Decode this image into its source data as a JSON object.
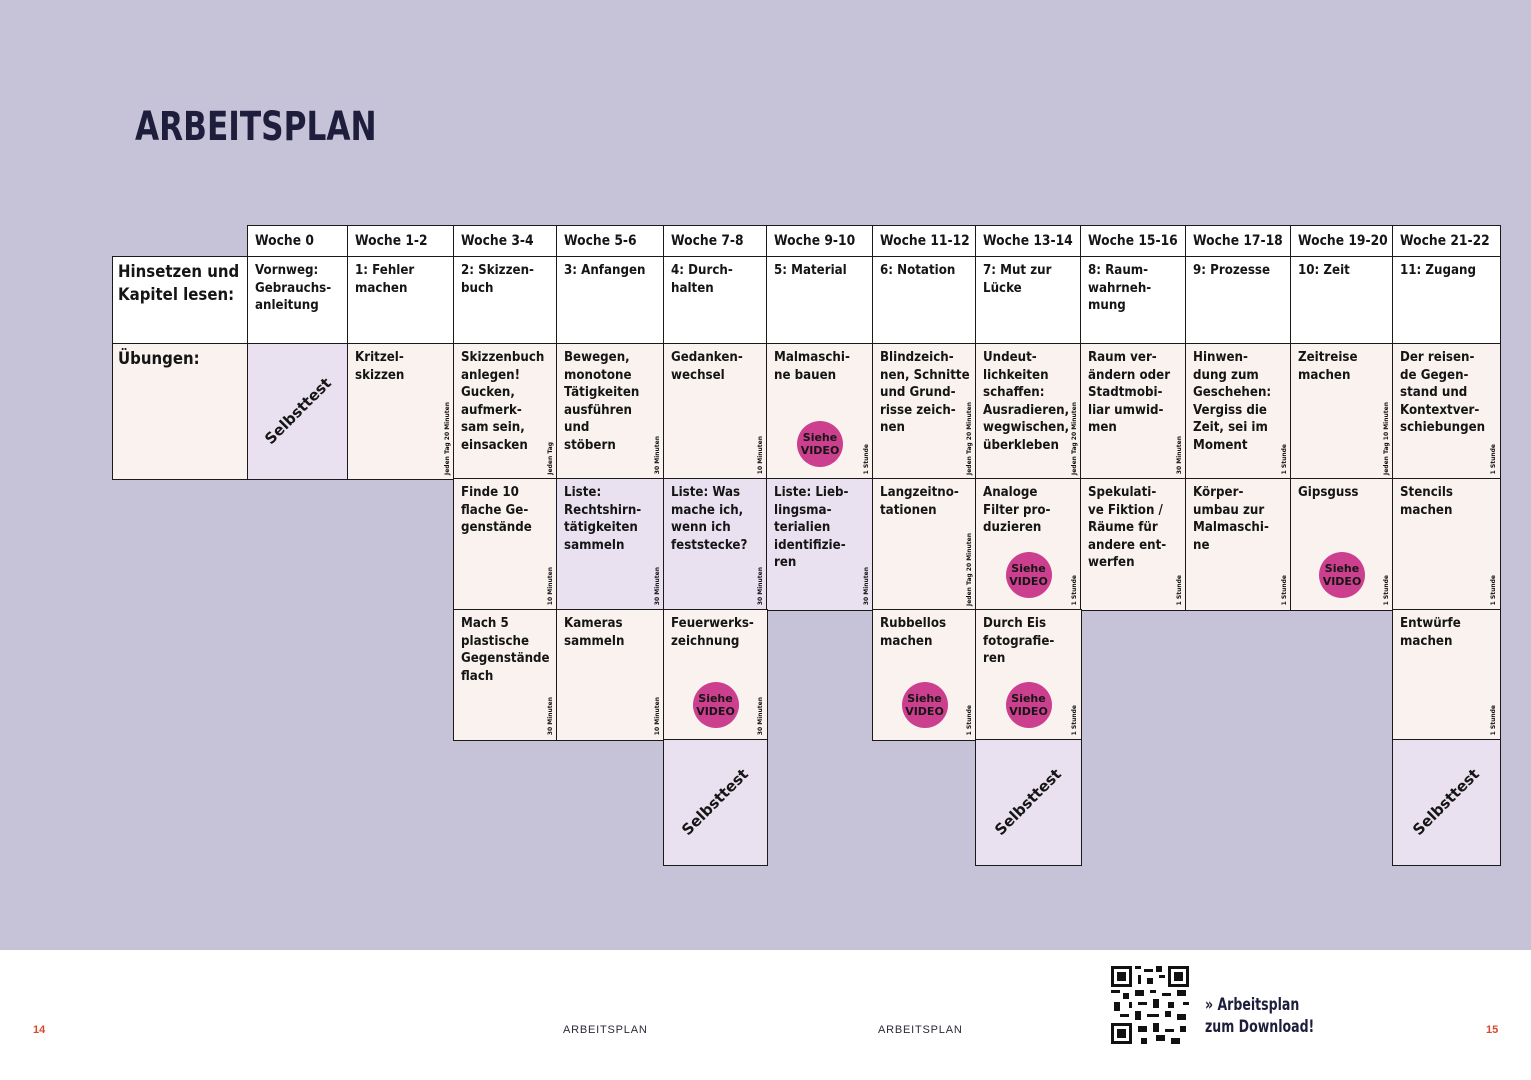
{
  "page": {
    "title": "ARBEITSPLAN",
    "background_color": "#c6c3d8",
    "accent_video_color": "#cc3f8e",
    "exercise_cell_color": "#f9f2ee",
    "selbsttest_cell_color": "#e9e1ef"
  },
  "row_labels": {
    "chapter": "Hinsetzen und\nKapitel lesen:",
    "exercises": "Übungen:"
  },
  "weeks": [
    {
      "label": "Woche 0",
      "chapter": "Vornweg:\nGebrauchs-\nanleitung"
    },
    {
      "label": "Woche 1-2",
      "chapter": "1: Fehler\nmachen"
    },
    {
      "label": "Woche 3-4",
      "chapter": "2: Skizzen-\nbuch"
    },
    {
      "label": "Woche 5-6",
      "chapter": "3: Anfangen"
    },
    {
      "label": "Woche 7-8",
      "chapter": "4: Durch-\nhalten"
    },
    {
      "label": "Woche 9-10",
      "chapter": "5: Material"
    },
    {
      "label": "Woche 11-12",
      "chapter": "6: Notation"
    },
    {
      "label": "Woche 13-14",
      "chapter": "7: Mut zur\nLücke"
    },
    {
      "label": "Woche 15-16",
      "chapter": "8: Raum-\nwahrneh-\nmung"
    },
    {
      "label": "Woche 17-18",
      "chapter": "9: Prozesse"
    },
    {
      "label": "Woche 19-20",
      "chapter": "10: Zeit"
    },
    {
      "label": "Woche 21-22",
      "chapter": "11: Zugang"
    }
  ],
  "exercises": {
    "row1": [
      {
        "text": "",
        "selbsttest": "Selbsttest"
      },
      {
        "text": "Kritzel-\nskizzen",
        "duration": "Jeden Tag 20 Minuten"
      },
      {
        "text": "Skizzenbuch\nanlegen!\nGucken,\naufmerk-\nsam sein,\neinsacken",
        "duration": "Jeden Tag"
      },
      {
        "text": "Bewegen,\nmonotone\nTätigkeiten\nausführen\nund\nstöbern",
        "duration": "30 Minuten"
      },
      {
        "text": "Gedanken-\nwechsel",
        "duration": "10 Minuten"
      },
      {
        "text": "Malmaschi-\nne bauen",
        "duration": "1 Stunde",
        "video": "Siehe\nVIDEO"
      },
      {
        "text": "Blindzeich-\nnen, Schnitte\nund Grund-\nrisse zeich-\nnen",
        "duration": "Jeden Tag 20 Minuten"
      },
      {
        "text": "Undeut-\nlichkeiten\nschaffen:\nAusradieren,\nwegwischen,\nüberkleben",
        "duration": "Jeden Tag 20 Minuten"
      },
      {
        "text": "Raum ver-\nändern oder\nStadtmobi-\nliar umwid-\nmen",
        "duration": "30 Minuten"
      },
      {
        "text": "Hinwen-\ndung zum\nGeschehen:\nVergiss die\nZeit, sei im\nMoment",
        "duration": "1 Stunde"
      },
      {
        "text": "Zeitreise\nmachen",
        "duration": "Jeden Tag 10 Minuten"
      },
      {
        "text": "Der reisen-\nde Gegen-\nstand und\nKontextver-\nschiebungen",
        "duration": "1 Stunde"
      }
    ],
    "row2": [
      {
        "col": 2,
        "text": "Finde 10\nflache Ge-\ngenstände",
        "duration": "10 Minuten"
      },
      {
        "col": 3,
        "text": "Liste:\nRechtshirn-\ntätigkeiten\nsammeln",
        "duration": "30 Minuten",
        "lavender": true
      },
      {
        "col": 4,
        "text": "Liste: Was\nmache ich,\nwenn ich\nfeststecke?",
        "duration": "30 Minuten",
        "lavender": true
      },
      {
        "col": 5,
        "text": "Liste: Lieb-\nlingsma-\nterialien\nidentifizie-\nren",
        "duration": "30 Minuten",
        "lavender": true
      },
      {
        "col": 6,
        "text": "Langzeitno-\ntationen",
        "duration": "Jeden Tag 20 Minuten"
      },
      {
        "col": 7,
        "text": "Analoge\nFilter pro-\nduzieren",
        "duration": "1 Stunde",
        "video": "Siehe\nVIDEO"
      },
      {
        "col": 8,
        "text": "Spekulati-\nve Fiktion /\nRäume für\nandere ent-\nwerfen",
        "duration": "1 Stunde"
      },
      {
        "col": 9,
        "text": "Körper-\numbau zur\nMalmaschi-\nne",
        "duration": "1 Stunde"
      },
      {
        "col": 10,
        "text": "Gipsguss",
        "duration": "1 Stunde",
        "video": "Siehe\nVIDEO"
      },
      {
        "col": 11,
        "text": "Stencils\nmachen",
        "duration": "1 Stunde"
      }
    ],
    "row3": [
      {
        "col": 2,
        "text": "Mach 5\nplastische\nGegenstände\nflach",
        "duration": "30 Minuten"
      },
      {
        "col": 3,
        "text": "Kameras\nsammeln",
        "duration": "10 Minuten"
      },
      {
        "col": 4,
        "text": "Feuerwerks-\nzeichnung",
        "duration": "30 Minuten",
        "video": "Siehe\nVIDEO"
      },
      {
        "col": 6,
        "text": "Rubbellos\nmachen",
        "duration": "1 Stunde",
        "video": "Siehe\nVIDEO"
      },
      {
        "col": 7,
        "text": "Durch Eis\nfotografie-\nren",
        "duration": "1 Stunde",
        "video": "Siehe\nVIDEO"
      },
      {
        "col": 11,
        "text": "Entwürfe\nmachen",
        "duration": "1 Stunde"
      }
    ],
    "row4": [
      {
        "col": 4,
        "selbsttest": "Selbsttest"
      },
      {
        "col": 7,
        "selbsttest": "Selbsttest"
      },
      {
        "col": 11,
        "selbsttest": "Selbsttest"
      }
    ]
  },
  "footer": {
    "left_page_number": "14",
    "left_running_head": "ARBEITSPLAN",
    "right_running_head": "ARBEITSPLAN",
    "download_text": "» Arbeitsplan\nzum Download!",
    "right_page_number": "15",
    "qr_icon": "qr-code-icon"
  }
}
